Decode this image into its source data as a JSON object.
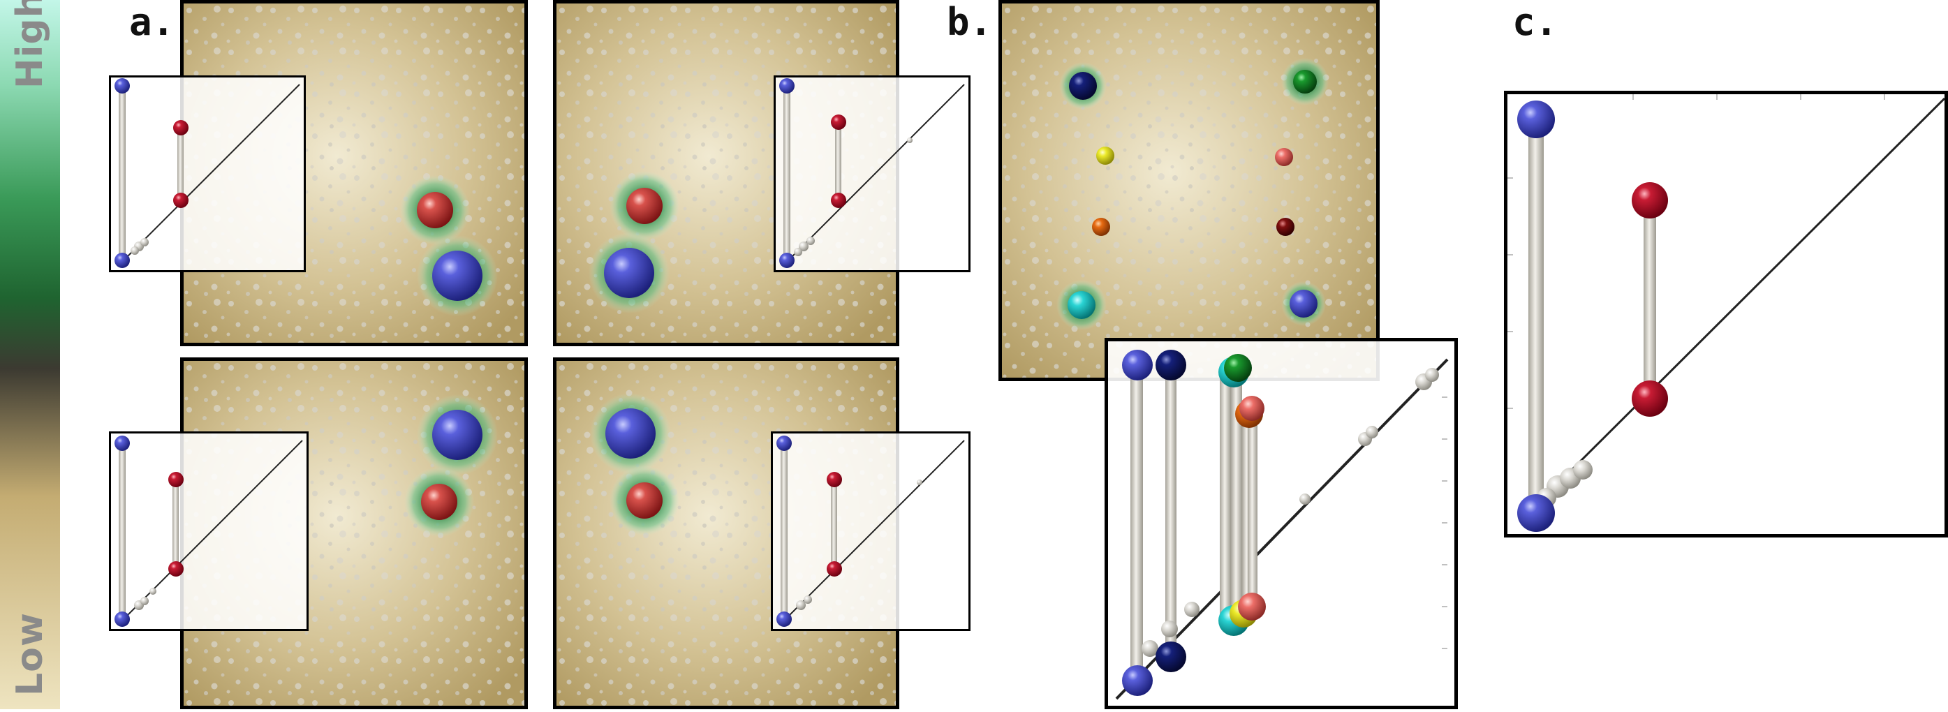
{
  "colorbar": {
    "high_label": "High",
    "low_label": "Low",
    "colors": [
      "#e9dcb4",
      "#c8b27a",
      "#3a3a33",
      "#256c38",
      "#2f8a47",
      "#7fd0a6",
      "#bdf4e4"
    ]
  },
  "panels": [
    {
      "id": "a",
      "label": "a."
    },
    {
      "id": "b",
      "label": "b."
    },
    {
      "id": "c",
      "label": "c."
    }
  ],
  "colors": {
    "terrain_base": "#c9b88a",
    "terrain_light": "#efe8cf",
    "glow": "#3f9a64",
    "blue": "#3a3fbf",
    "red": "#c23a3a",
    "dark_red": "#b0142a",
    "navy": "#0b1458",
    "green": "#0f7a22",
    "yellow": "#e7e327",
    "salmon": "#e86a64",
    "orange": "#e26a12",
    "maroon": "#6a0a0a",
    "cyan": "#26d0d0",
    "tube": "#d4d1c8"
  },
  "icons": {
    "sphere": "sphere-icon",
    "tube": "persistence-bar-icon"
  }
}
